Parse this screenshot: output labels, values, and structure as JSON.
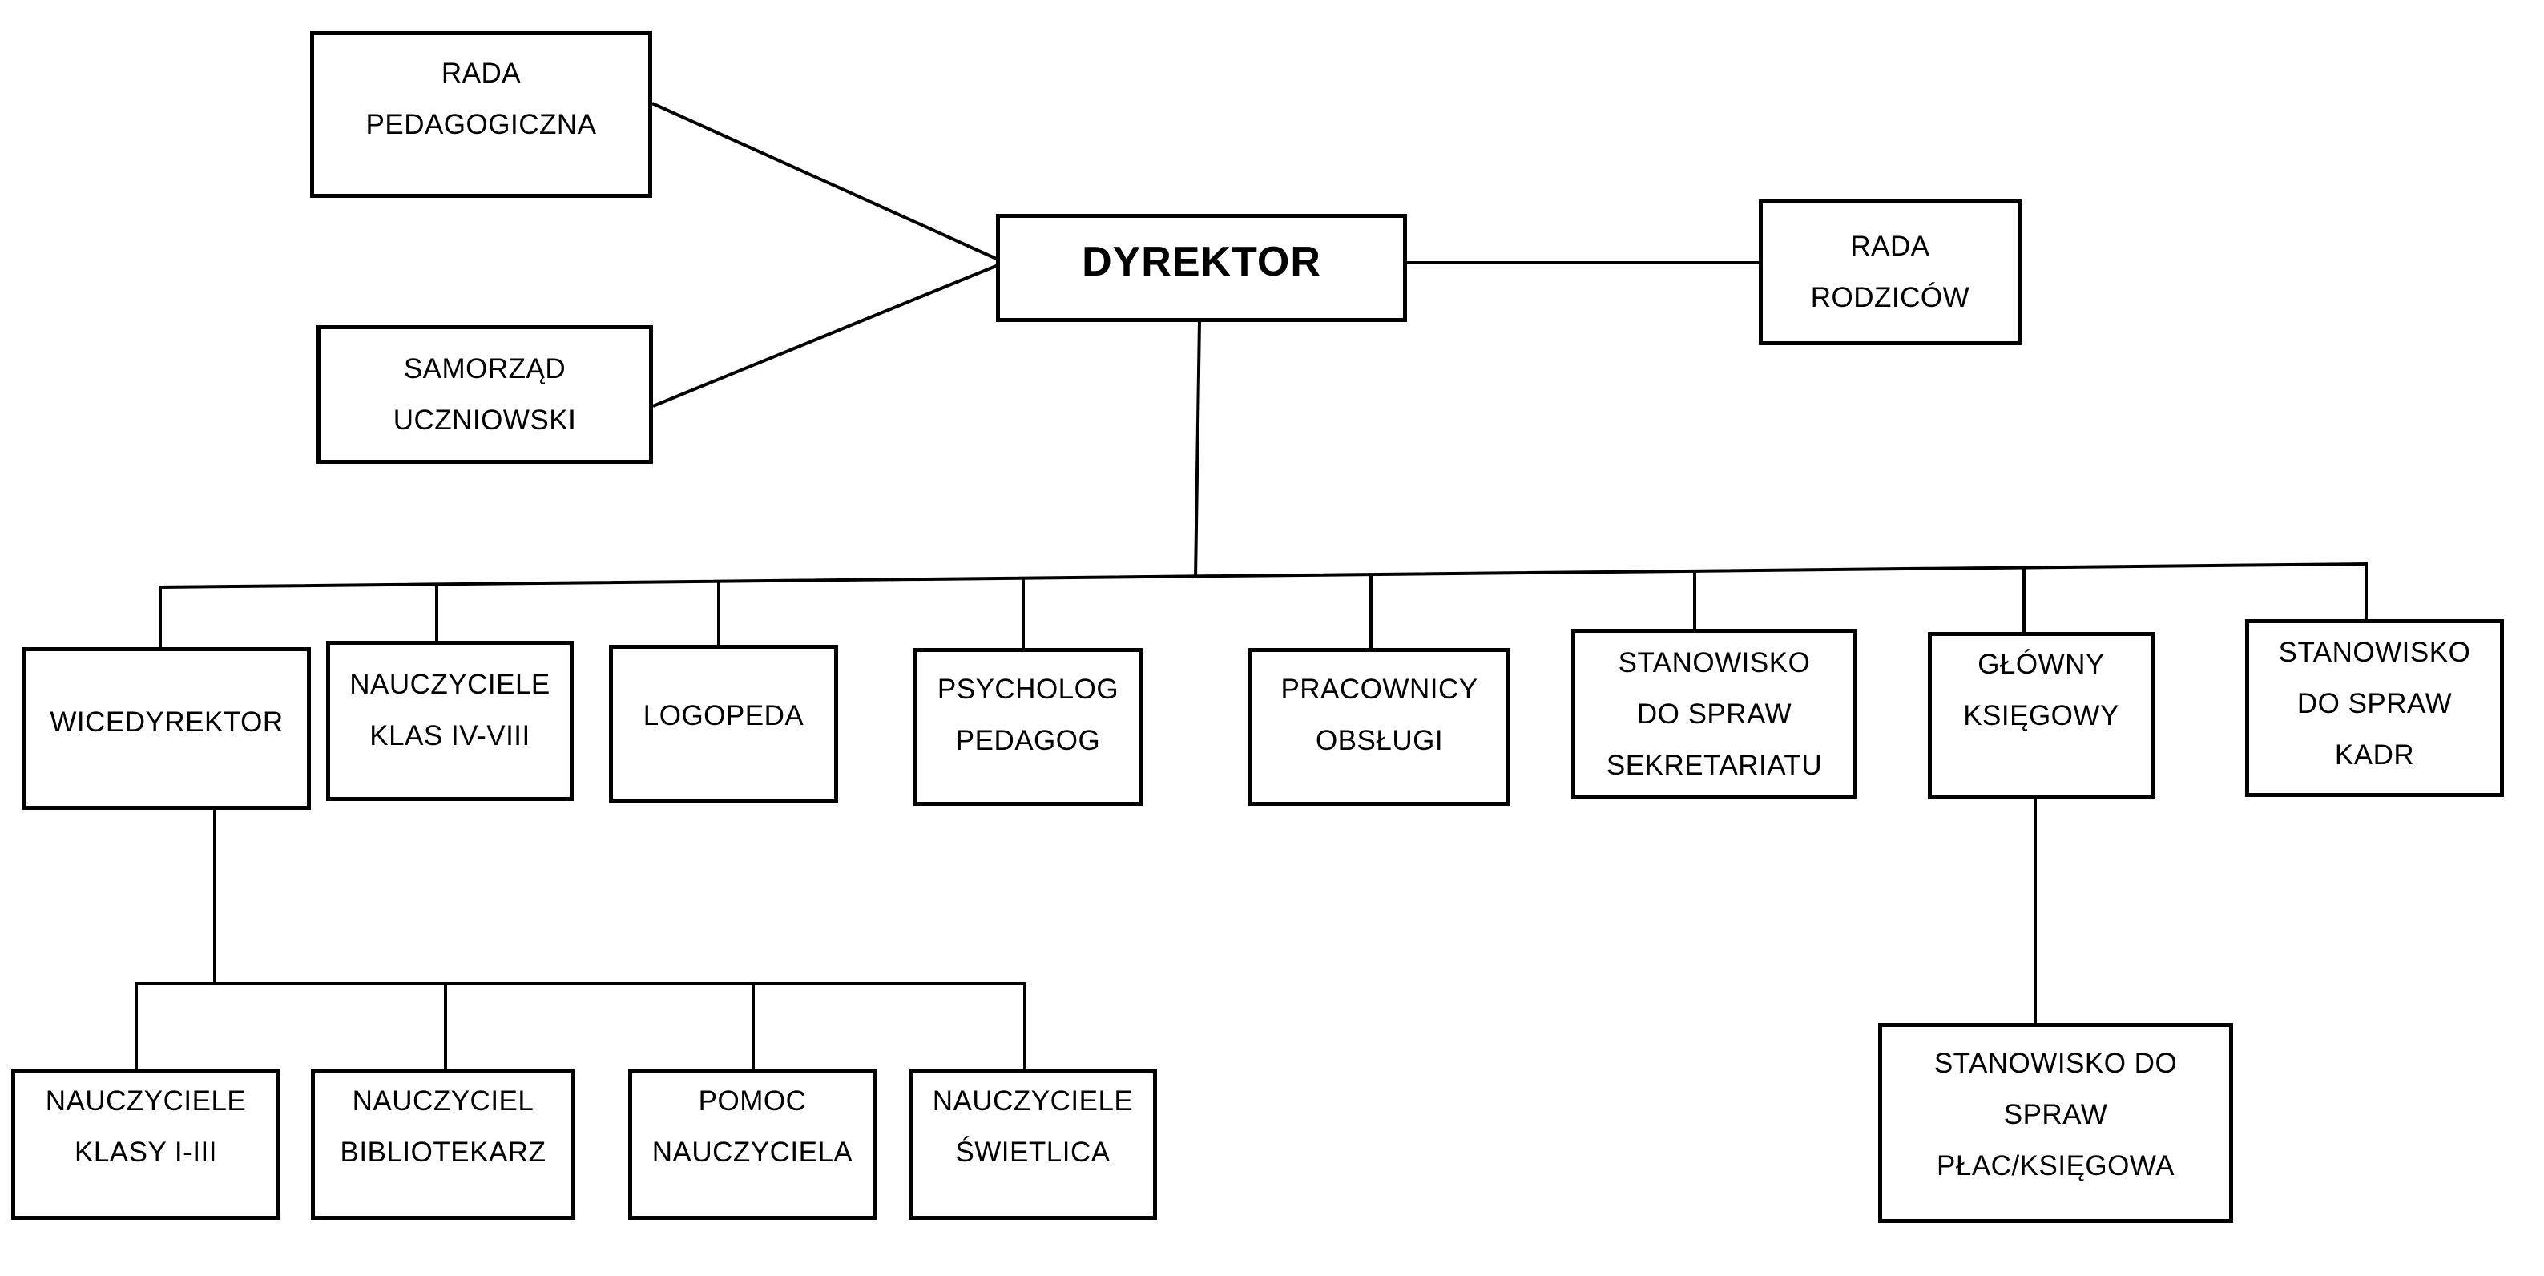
{
  "meta": {
    "title": "Schemat organizacyjny szkoły",
    "type": "org-chart",
    "background_color": "#ffffff",
    "line_color": "#000000",
    "box_border_color": "#000000",
    "text_color": "#000000"
  },
  "nodes": {
    "rada_pedagogiczna": {
      "label": "RADA\nPEDAGOGICZNA"
    },
    "samorzad_uczniowski": {
      "label": "SAMORZĄD\nUCZNIOWSKI"
    },
    "dyrektor": {
      "label": "DYREKTOR"
    },
    "rada_rodzicow": {
      "label": "RADA\nRODZICÓW"
    },
    "wicedyrektor": {
      "label": "WICEDYREKTOR"
    },
    "nauczyciele_klas_iv_viii": {
      "label": "NAUCZYCIELE\nKLAS IV-VIII"
    },
    "logopeda": {
      "label": "LOGOPEDA"
    },
    "psycholog_pedagog": {
      "label": "PSYCHOLOG\nPEDAGOG"
    },
    "pracownicy_obslugi": {
      "label": "PRACOWNICY\nOBSŁUGI"
    },
    "stanowisko_sekretariatu": {
      "label": "STANOWISKO\nDO SPRAW\nSEKRETARIATU"
    },
    "glowny_ksiegowy": {
      "label": "GŁÓWNY\nKSIĘGOWY"
    },
    "stanowisko_kadr": {
      "label": "STANOWISKO\nDO SPRAW\nKADR"
    },
    "nauczyciele_klasy_i_iii": {
      "label": "NAUCZYCIELE\nKLASY I-III"
    },
    "nauczyciel_bibliotekarz": {
      "label": "NAUCZYCIEL\nBIBLIOTEKARZ"
    },
    "pomoc_nauczyciela": {
      "label": "POMOC\nNAUCZYCIELA"
    },
    "nauczyciele_swietlica": {
      "label": "NAUCZYCIELE\nŚWIETLICA"
    },
    "stanowisko_plac_ksiegowa": {
      "label": "STANOWISKO DO\nSPRAW\nPŁAC/KSIĘGOWA"
    }
  },
  "edges": [
    {
      "from": "rada_pedagogiczna",
      "to": "dyrektor",
      "kind": "association"
    },
    {
      "from": "samorzad_uczniowski",
      "to": "dyrektor",
      "kind": "association"
    },
    {
      "from": "dyrektor",
      "to": "rada_rodzicow",
      "kind": "association"
    },
    {
      "from": "dyrektor",
      "to": "wicedyrektor",
      "kind": "reports"
    },
    {
      "from": "dyrektor",
      "to": "nauczyciele_klas_iv_viii",
      "kind": "reports"
    },
    {
      "from": "dyrektor",
      "to": "logopeda",
      "kind": "reports"
    },
    {
      "from": "dyrektor",
      "to": "psycholog_pedagog",
      "kind": "reports"
    },
    {
      "from": "dyrektor",
      "to": "pracownicy_obslugi",
      "kind": "reports"
    },
    {
      "from": "dyrektor",
      "to": "stanowisko_sekretariatu",
      "kind": "reports"
    },
    {
      "from": "dyrektor",
      "to": "glowny_ksiegowy",
      "kind": "reports"
    },
    {
      "from": "dyrektor",
      "to": "stanowisko_kadr",
      "kind": "reports"
    },
    {
      "from": "wicedyrektor",
      "to": "nauczyciele_klasy_i_iii",
      "kind": "reports"
    },
    {
      "from": "wicedyrektor",
      "to": "nauczyciel_bibliotekarz",
      "kind": "reports"
    },
    {
      "from": "wicedyrektor",
      "to": "pomoc_nauczyciela",
      "kind": "reports"
    },
    {
      "from": "wicedyrektor",
      "to": "nauczyciele_swietlica",
      "kind": "reports"
    },
    {
      "from": "glowny_ksiegowy",
      "to": "stanowisko_plac_ksiegowa",
      "kind": "reports"
    }
  ]
}
